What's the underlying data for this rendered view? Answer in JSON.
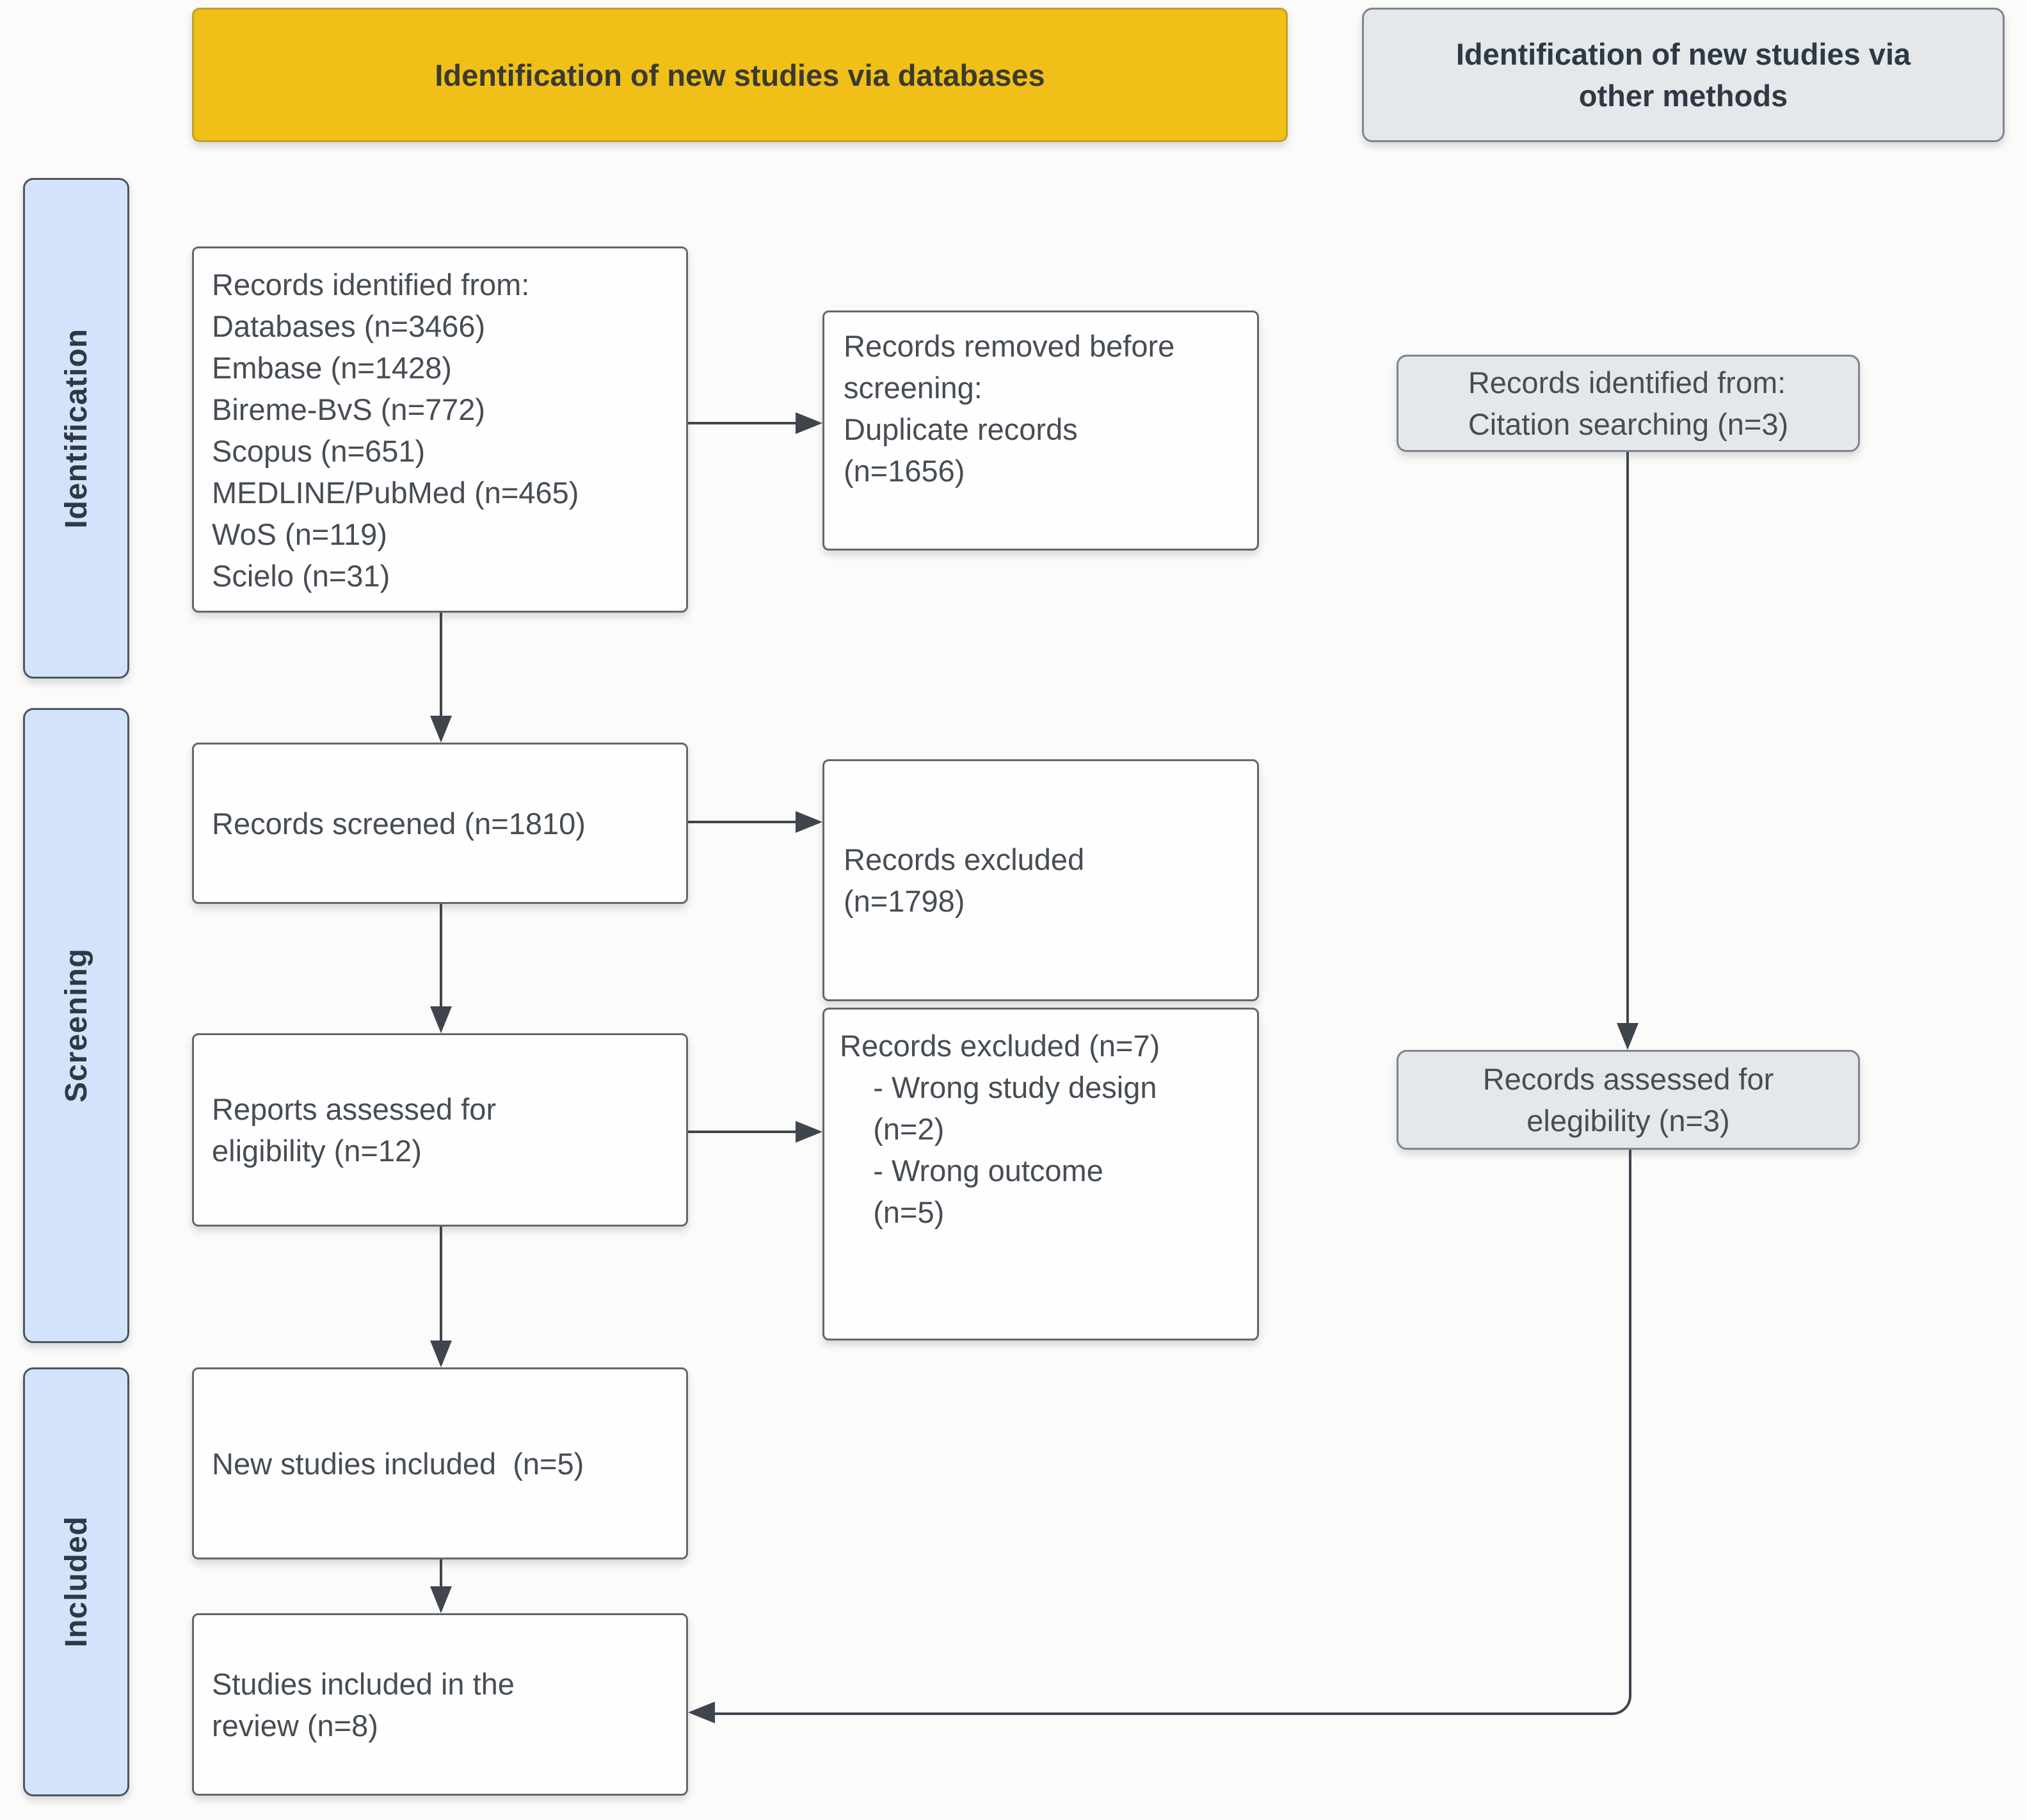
{
  "headers": {
    "databases": "Identification of new studies via databases",
    "other_methods": [
      "Identification of new studies via",
      "other methods"
    ]
  },
  "stages": {
    "identification": "Identification",
    "screening": "Screening",
    "included": "Included"
  },
  "main_flow": {
    "records_identified": [
      "Records identified from:",
      "Databases (n=3466)",
      "Embase (n=1428)",
      "Bireme-BvS (n=772)",
      "Scopus (n=651)",
      "MEDLINE/PubMed (n=465)",
      "WoS (n=119)",
      "Scielo (n=31)"
    ],
    "records_screened": "Records screened (n=1810)",
    "reports_assessed": [
      "Reports assessed for",
      "eligibility (n=12)"
    ],
    "new_studies_included": "New studies included  (n=5)",
    "studies_in_review": [
      "Studies included in the",
      "review (n=8)"
    ]
  },
  "exclusions": {
    "removed_before_screening": [
      "Records removed before",
      "screening:",
      "Duplicate records",
      "(n=1656)"
    ],
    "records_excluded": [
      "Records excluded",
      "(n=1798)"
    ],
    "records_excluded_reasons": [
      "Records excluded (n=7)",
      "    - Wrong study design",
      "    (n=2)",
      "    - Wrong outcome",
      "    (n=5)"
    ]
  },
  "other_methods_flow": {
    "citation_searching": [
      "Records identified from:",
      "Citation searching (n=3)"
    ],
    "assessed_elegibility": [
      "Records assessed for",
      "elegibility (n=3)"
    ]
  },
  "colors": {
    "yellow_header_bg": "#F0C019",
    "yellow_header_border": "#C2A02A",
    "gray_box_bg": "#E5E8EB",
    "gray_box_border": "#7E858E",
    "stage_bg": "#D2E3FB",
    "stage_border": "#4C5661",
    "box_bg": "#FEFEFE",
    "box_border": "#61686F",
    "arrow": "#3F454D",
    "text": "#474D55",
    "header_text": "#2E3944"
  }
}
